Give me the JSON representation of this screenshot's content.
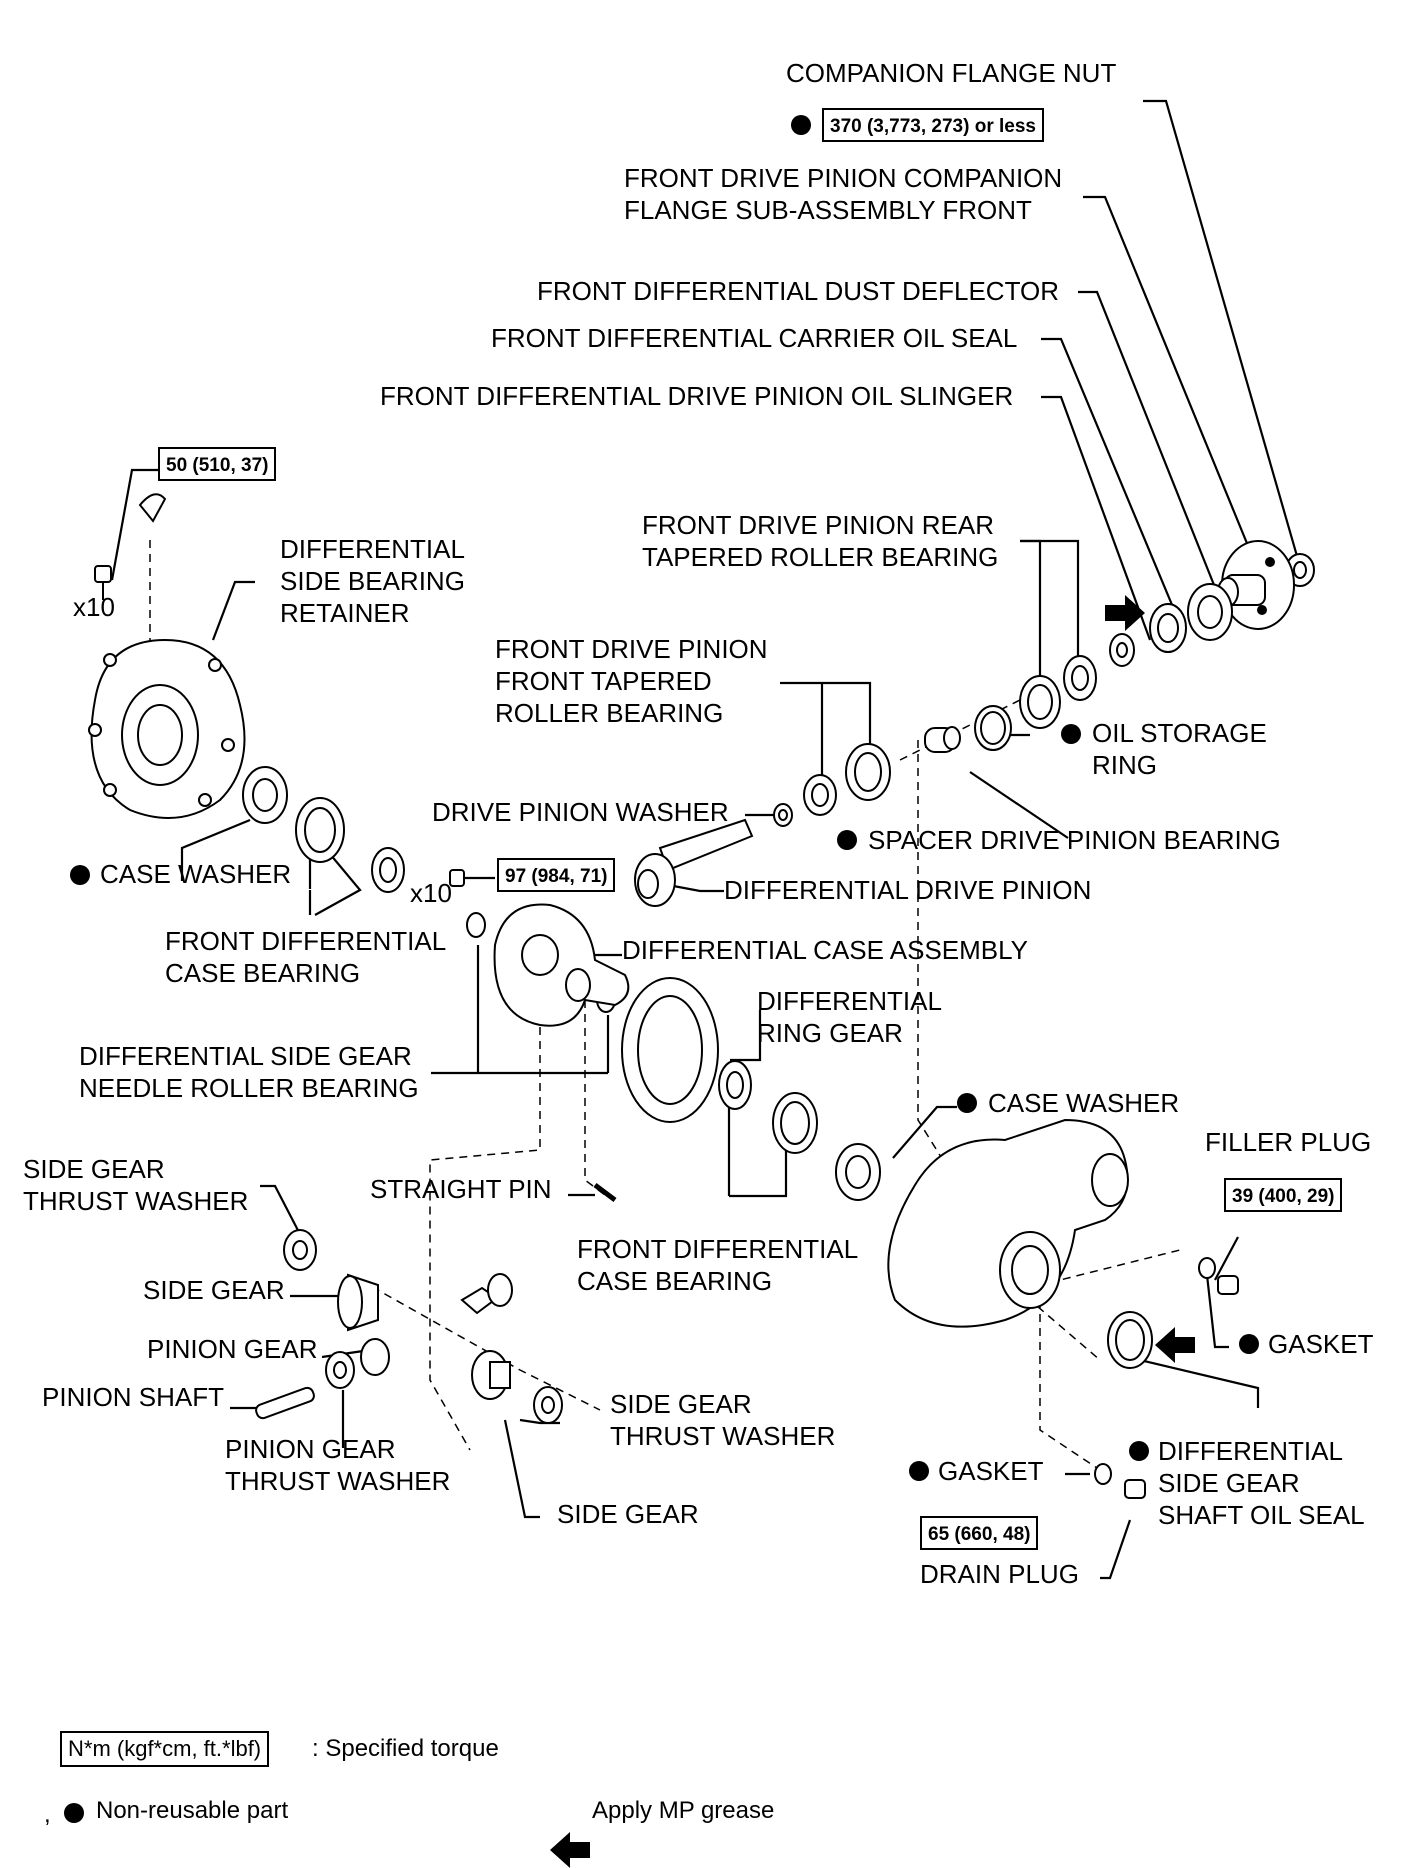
{
  "labels": {
    "companion_flange_nut": "COMPANION FLANGE NUT",
    "companion_flange": "FRONT DRIVE PINION COMPANION\nFLANGE SUB-ASSEMBLY FRONT",
    "dust_deflector": "FRONT DIFFERENTIAL DUST DEFLECTOR",
    "carrier_oil_seal": "FRONT DIFFERENTIAL CARRIER OIL SEAL",
    "oil_slinger": "FRONT DIFFERENTIAL DRIVE PINION OIL SLINGER",
    "side_bearing_retainer": "DIFFERENTIAL\nSIDE BEARING\nRETAINER",
    "rear_tapered_bearing": "FRONT DRIVE PINION REAR\nTAPERED ROLLER BEARING",
    "front_tapered_bearing": "FRONT DRIVE PINION\nFRONT TAPERED\nROLLER BEARING",
    "oil_storage_ring": "OIL STORAGE\nRING",
    "drive_pinion_washer": "DRIVE PINION WASHER",
    "spacer_drive_pinion_bearing": "SPACER DRIVE PINION BEARING",
    "case_washer_left": "CASE WASHER",
    "differential_drive_pinion": "DIFFERENTIAL DRIVE PINION",
    "front_diff_case_bearing_left": "FRONT DIFFERENTIAL\nCASE BEARING",
    "differential_case_assembly": "DIFFERENTIAL CASE ASSEMBLY",
    "differential_ring_gear": "DIFFERENTIAL\nRING GEAR",
    "side_gear_needle_bearing": "DIFFERENTIAL SIDE GEAR\nNEEDLE ROLLER BEARING",
    "case_washer_right": "CASE WASHER",
    "filler_plug": "FILLER PLUG",
    "side_gear_thrust_washer_left": "SIDE GEAR\nTHRUST WASHER",
    "straight_pin": "STRAIGHT PIN",
    "front_diff_case_bearing_center": "FRONT DIFFERENTIAL\nCASE BEARING",
    "side_gear_left": "SIDE GEAR",
    "gasket_right": "GASKET",
    "pinion_gear": "PINION GEAR",
    "pinion_shaft": "PINION SHAFT",
    "side_gear_thrust_washer_right": "SIDE GEAR\nTHRUST WASHER",
    "pinion_gear_thrust_washer": "PINION GEAR\nTHRUST WASHER",
    "gasket_bottom": "GASKET",
    "side_gear_shaft_oil_seal": "DIFFERENTIAL\nSIDE GEAR\nSHAFT OIL SEAL",
    "side_gear_bottom": "SIDE GEAR",
    "drain_plug": "DRAIN PLUG",
    "x10_left": "x10",
    "x10_center": "x10"
  },
  "torques": {
    "companion_flange_nut": "370 (3,773, 273) or less",
    "retainer_bolt": "50 (510, 37)",
    "ring_gear_bolt": "97 (984, 71)",
    "filler_plug": "39 (400, 29)",
    "drain_plug": "65 (660, 48)"
  },
  "legend": {
    "torque_unit": "N*m (kgf*cm, ft.*lbf)",
    "torque_desc": ": Specified torque",
    "nonreusable_prefix": ",",
    "nonreusable_desc": "Non-reusable part",
    "grease_desc": "Apply MP grease"
  }
}
